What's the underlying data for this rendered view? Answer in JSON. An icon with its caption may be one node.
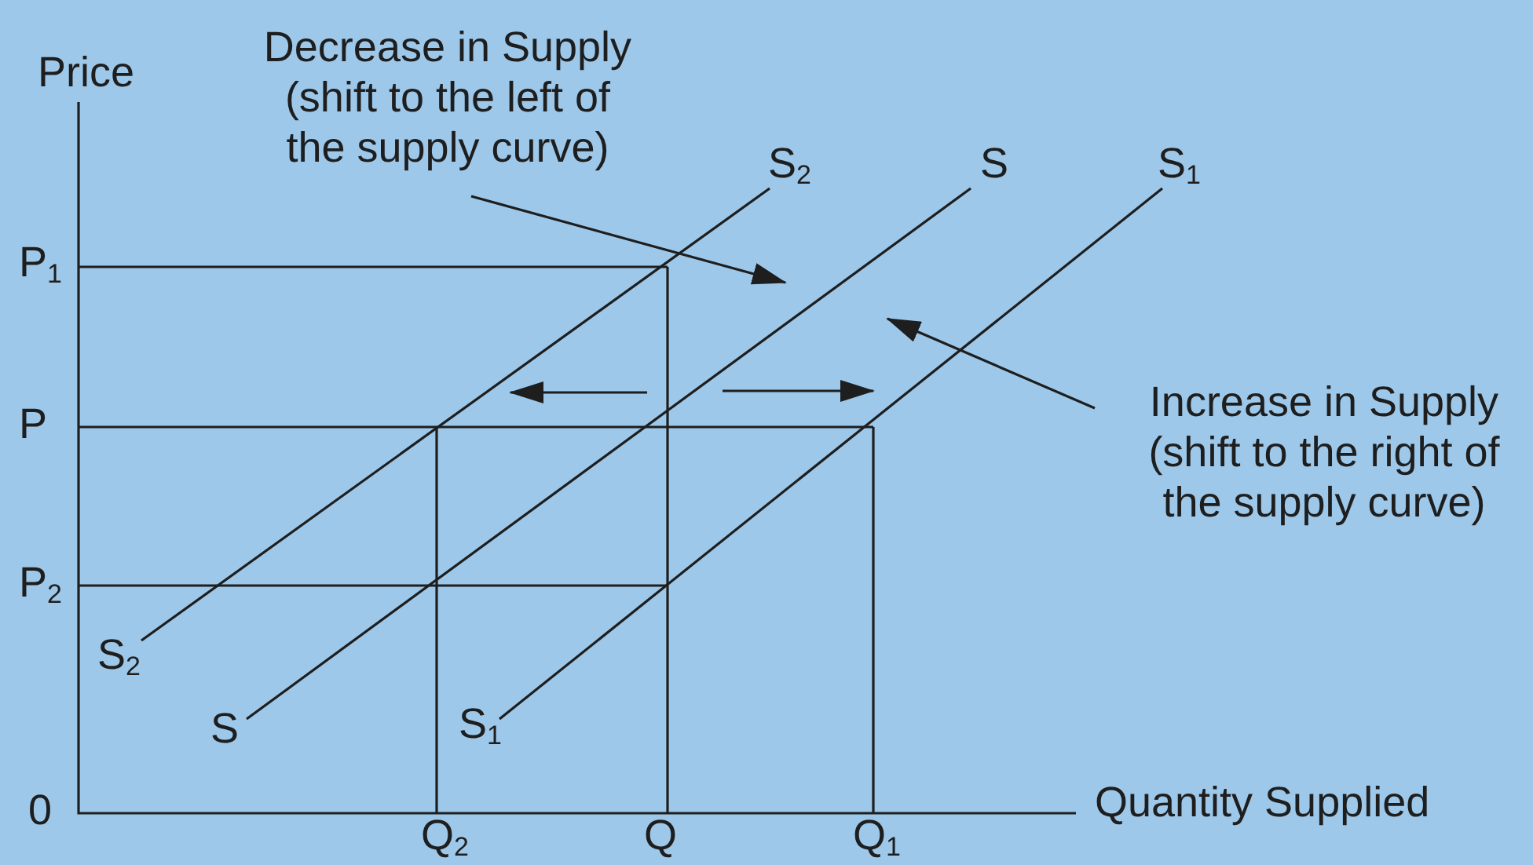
{
  "diagram": {
    "nodes": [
      {
        "text": [
          "Decrease in Supply (shift to the left of the supply curve)"
        ]
      },
      {
        "text": [
          "Increase in Supply (shift to the right of the supply curve)"
        ]
      }
    ],
    "edges": [
      {
        "from": 0,
        "to": null,
        "arrow": "to"
      },
      {
        "from": 1,
        "to": null,
        "arrow": "to"
      }
    ],
    "labels": [
      "Price",
      "S$_{2}$",
      "S",
      "S$_{1}$",
      "P$_{1}$",
      "P",
      "P$_{2}$",
      "S$_{2}$",
      "S",
      "S$_{1}$",
      "0",
      "Quantity Supplied",
      "Q$_{2}$",
      "Q",
      "Q$_{1}$"
    ]
  }
}
